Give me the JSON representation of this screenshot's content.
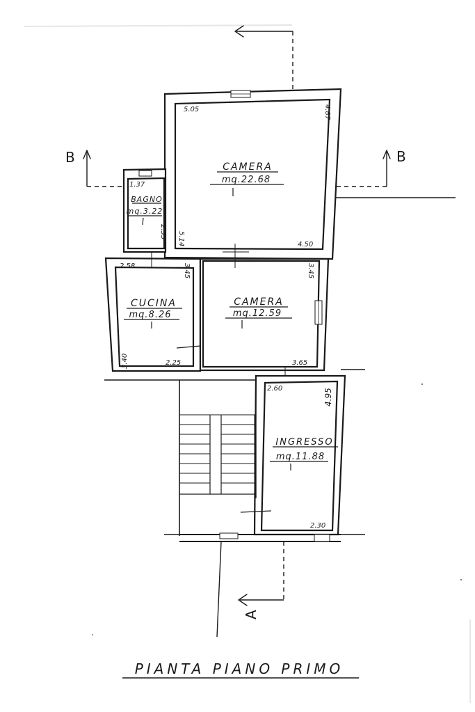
{
  "title": "PIANTA PIANO PRIMO",
  "section_markers": {
    "a": "A",
    "b_left": "B",
    "b_right": "B"
  },
  "rooms": {
    "camera_large": {
      "name": "CAMERA",
      "area": "mq.22.68"
    },
    "bagno": {
      "name": "BAGNO",
      "area": "mq.3.22"
    },
    "cucina": {
      "name": "CUCINA",
      "area": "mq.8.26"
    },
    "camera_small": {
      "name": "CAMERA",
      "area": "mq.12.59"
    },
    "ingresso": {
      "name": "INGRESSO",
      "area": "mq.11.88"
    }
  },
  "dimensions": {
    "camera_large_top": "5.05",
    "camera_large_right": "4.87",
    "camera_large_bottom": "4.50",
    "camera_large_left": "5.14",
    "bagno_top": "1.37",
    "bagno_right": "2.35",
    "cucina_top": "2.58",
    "cucina_right": "3.45",
    "cucina_left": "3.40",
    "cucina_bottom": "2.25",
    "camera_small_right": "3.45",
    "camera_small_bottom": "3.65",
    "ingresso_top": "2.60",
    "ingresso_right": "4.95",
    "ingresso_bottom": "2.30"
  }
}
